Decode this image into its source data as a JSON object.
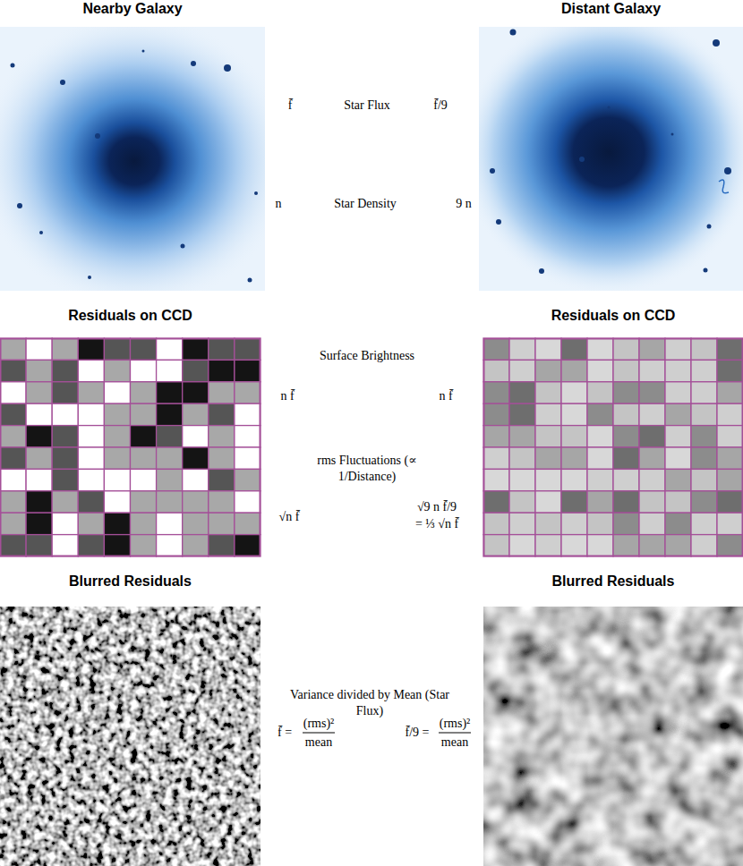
{
  "diagram": {
    "nodes": [
      {
        "text": [
          "Nearby Galaxy"
        ]
      },
      {
        "text": [
          "Distant Galaxy"
        ]
      },
      {
        "text": [
          "Residuals on CCD"
        ]
      },
      {
        "text": [
          "Residuals on CCD"
        ]
      },
      {
        "text": [
          "Blurred Residuals"
        ]
      },
      {
        "text": [
          "Blurred Residuals"
        ]
      }
    ],
    "labels": [
      "f̄",
      "Star Flux",
      "f̄/9",
      "n",
      "Star Density",
      "9 n",
      "Surface Brightness",
      "n f̄",
      "n f̄",
      "rms Fluctuations (∝ 1/Distance)",
      "√n f̄",
      "√9 n f̄/9",
      "= ⅓ √n f̄",
      "Variance divided by Mean (Star Flux)",
      "f̄ =",
      "(rms)²",
      "mean",
      "f̄/9 =",
      "(rms)²",
      "mean"
    ]
  }
}
